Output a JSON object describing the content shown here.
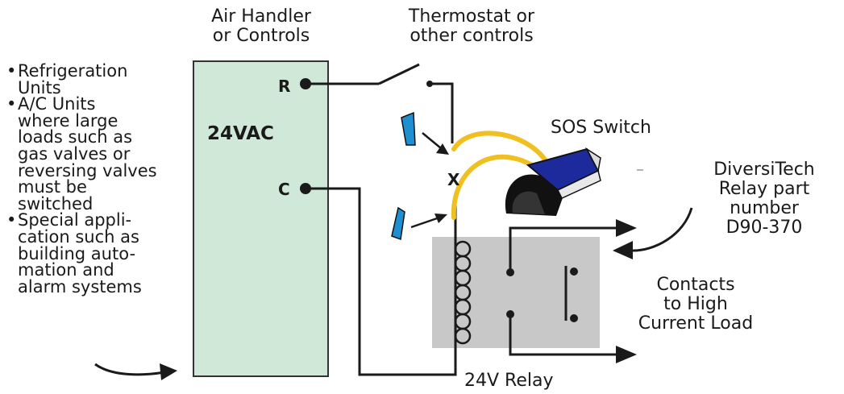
{
  "labels": {
    "air_handler": [
      "Air Handler",
      "or Controls"
    ],
    "thermostat": [
      "Thermostat or",
      "other controls"
    ],
    "sos_switch": "SOS Switch",
    "diversitech": [
      "DiversiTech",
      "Relay part",
      "number",
      "D90-370"
    ],
    "contacts": [
      "Contacts",
      "to High",
      "Current Load"
    ],
    "relay": "24V Relay",
    "voltage": "24VAC",
    "terminal_r": "R",
    "terminal_c": "C",
    "switch_x": "X"
  },
  "applications": [
    {
      "lines": [
        "Refrigeration",
        "Units"
      ]
    },
    {
      "lines": [
        "A/C Units",
        "where large",
        "loads such as",
        "gas valves or",
        "reversing valves",
        "must be",
        "switched"
      ]
    },
    {
      "lines": [
        "Special appli-",
        "cation such as",
        "building auto-",
        "mation and",
        "alarm systems"
      ]
    }
  ],
  "colors": {
    "panel": "#cfe8d8",
    "relay_box": "#c8c8c8",
    "wire_yellow": "#f0c020",
    "water_drop": "#1f8fd0",
    "sos_blue": "#1d2a9c"
  }
}
